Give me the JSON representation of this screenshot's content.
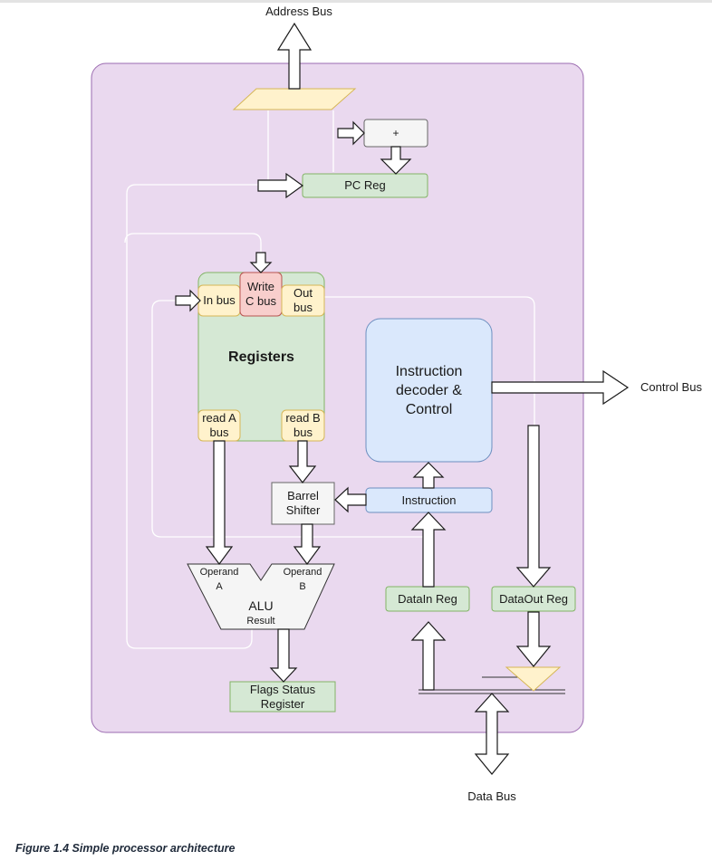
{
  "external": {
    "address_bus": "Address Bus",
    "control_bus": "Control Bus",
    "data_bus": "Data Bus"
  },
  "blocks": {
    "increment": "+",
    "pc_reg": "PC Reg",
    "registers": "Registers",
    "in_bus": "In bus",
    "write_c_bus": "Write C bus",
    "out_bus": "Out bus",
    "read_a_bus": "read A bus",
    "read_b_bus": "read B bus",
    "instruction_decoder": "Instruction decoder & Control",
    "barrel_shifter": "Barrel Shifter",
    "instruction": "Instruction",
    "alu": "ALU",
    "operand_a": "Operand A",
    "operand_b": "Operand B",
    "result": "Result",
    "datain_reg": "DataIn Reg",
    "dataout_reg": "DataOut Reg",
    "flags_status": "Flags Status Register"
  },
  "caption": "Figure 1.4 Simple processor architecture",
  "colors": {
    "processor_fill": "#ead9ef",
    "processor_border": "#9b6bb0",
    "green_fill": "#d5e8d4",
    "green_border": "#82b366",
    "yellow_fill": "#fff2cc",
    "yellow_border": "#d6b656",
    "red_fill": "#f8cecc",
    "red_border": "#b85450",
    "blue_fill": "#dae8fc",
    "blue_border": "#6c8ebf"
  }
}
